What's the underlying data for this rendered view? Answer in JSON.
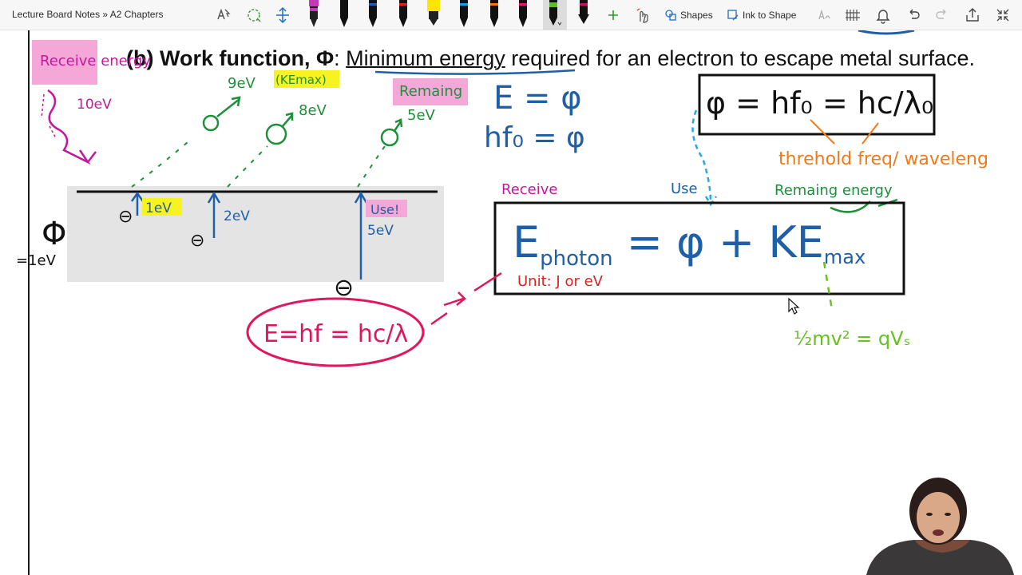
{
  "toolbar": {
    "breadcrumb": "Lecture Board Notes » A2 Chapters",
    "shapes_label": "Shapes",
    "ink_to_shape_label": "Ink to Shape",
    "pens": [
      {
        "color": "#c23bb5"
      },
      {
        "color": "#111111"
      },
      {
        "color": "#111111"
      },
      {
        "color": "#1f5fb8"
      },
      {
        "color": "#e02020"
      },
      {
        "color": "#ffe600"
      },
      {
        "color": "#1aa0e8"
      },
      {
        "color": "#f07a1a"
      },
      {
        "color": "#e8156e"
      },
      {
        "color": "#111111"
      },
      {
        "color": "#5cc21a"
      },
      {
        "color": "#c2155e"
      }
    ]
  },
  "note": {
    "heading_bold": "(b) Work function, Φ",
    "heading_colon": ": ",
    "heading_underlined": "Minimum energy",
    "heading_rest": " required for an electron to escape metal surface."
  },
  "ink": {
    "receive_energy": "Receive energy",
    "ten_ev": "10eV",
    "phi": "Φ",
    "phi_value": "=1eV",
    "nine_ev": "9eV",
    "ke_max_note": "(KEmax)",
    "eight_ev": "8eV",
    "remaining": "Remaing",
    "five_ev_top": "5eV",
    "one_ev": "1eV",
    "two_ev": "2eV",
    "use": "Use!",
    "five_ev": "5eV",
    "e_eq_phi": "E = φ",
    "hf0_eq_phi": "hf₀ = φ",
    "phi_eq_hf0": "φ = hf₀ = hc/λ₀",
    "threshold": "threhold freq/ waveleng",
    "receive": "Receive",
    "use_label": "Use",
    "remaining_energy": "Remaing energy",
    "einstein_eq": "E",
    "photon_sub": "photon",
    "einstein_rest": " = φ + KE",
    "max_sub": "max",
    "unit": "Unit: J or eV",
    "photon_energy": "E=hf = hc/λ",
    "kinetic": "½mv² = qVₛ",
    "electron": "⊖"
  },
  "colors": {
    "magenta": "#c2189c",
    "green": "#1f8f3a",
    "blue": "#1f5fa8",
    "pink": "#e0165e",
    "orange": "#f07a1a",
    "lime": "#66c21f",
    "cyan": "#27a8e0",
    "highlight_yellow": "#f7f321",
    "highlight_pink": "#f5a8d8"
  }
}
